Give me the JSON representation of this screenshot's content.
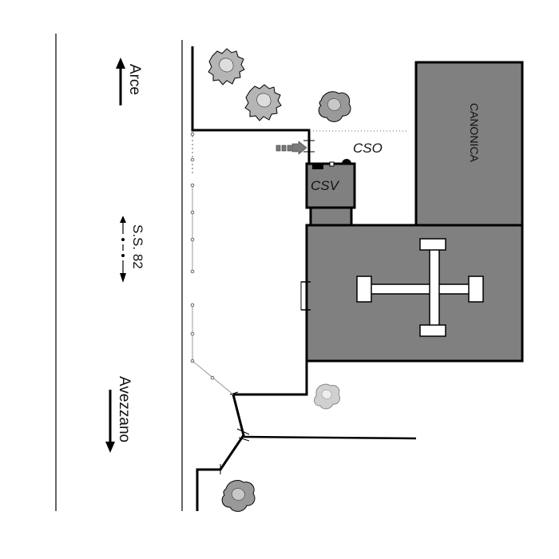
{
  "labels": {
    "road_north": "Arce",
    "road_name": "S.S. 82",
    "road_south": "Avezzano",
    "rectory": "CANONICA",
    "csv": "CSV",
    "cso": "CSO"
  },
  "colors": {
    "building_fill": "#808080",
    "outline": "#000000",
    "cross_fill": "#ffffff",
    "tree_fill": "#999999",
    "arrow_fill": "#7a7a7a",
    "background": "#ffffff"
  },
  "icons": {
    "direction_up": "arrow-up-icon",
    "direction_down": "arrow-down-icon",
    "two_way": "double-arrow-icon",
    "entry": "dashed-arrow-right-icon",
    "cross": "greek-cross-icon",
    "tree": "tree-icon"
  }
}
